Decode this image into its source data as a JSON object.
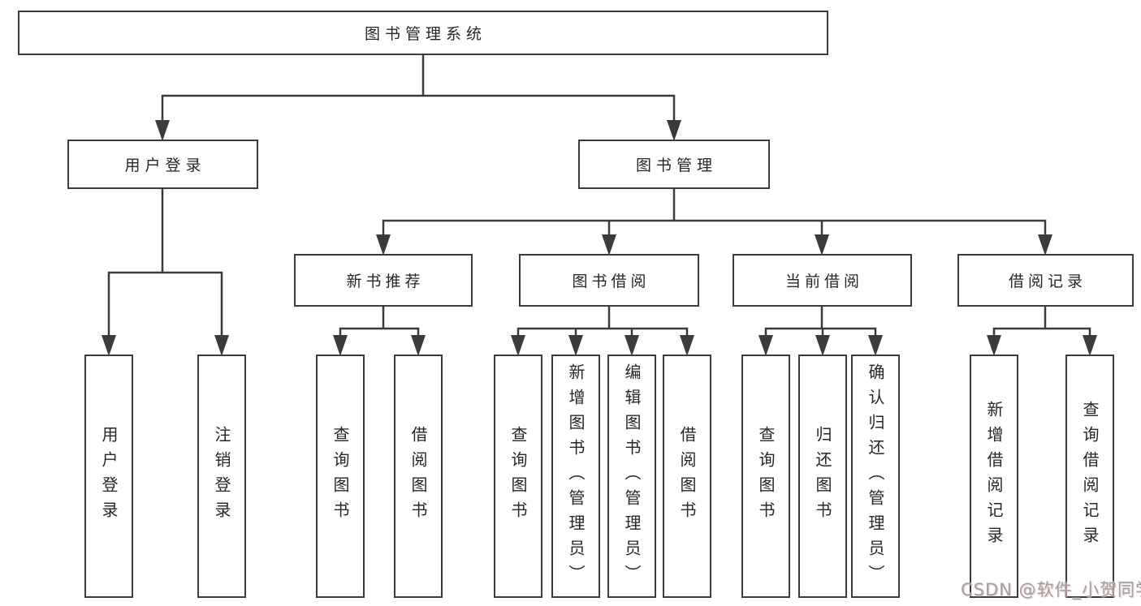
{
  "colors": {
    "line": "#3b3b3b",
    "border": "#3b3b3b",
    "text": "#262626",
    "watermark": "#a2a2a2",
    "background": "#ffffff"
  },
  "watermark": {
    "text": "CSDN @软件_小贺同学"
  },
  "diagram": {
    "root": {
      "label": "图书管理系统"
    },
    "branches": [
      {
        "label": "用户登录",
        "children": [
          {
            "label": "用户登录"
          },
          {
            "label": "注销登录"
          }
        ]
      },
      {
        "label": "图书管理",
        "children": [
          {
            "label": "新书推荐",
            "children": [
              {
                "label": "查询图书"
              },
              {
                "label": "借阅图书"
              }
            ]
          },
          {
            "label": "图书借阅",
            "children": [
              {
                "label": "查询图书"
              },
              {
                "label": "新增图书（管理员）"
              },
              {
                "label": "编辑图书（管理员）"
              },
              {
                "label": "借阅图书"
              }
            ]
          },
          {
            "label": "当前借阅",
            "children": [
              {
                "label": "查询图书"
              },
              {
                "label": "归还图书"
              },
              {
                "label": "确认归还（管理员）"
              }
            ]
          },
          {
            "label": "借阅记录",
            "children": [
              {
                "label": "新增借阅记录"
              },
              {
                "label": "查询借阅记录"
              }
            ]
          }
        ]
      }
    ]
  }
}
